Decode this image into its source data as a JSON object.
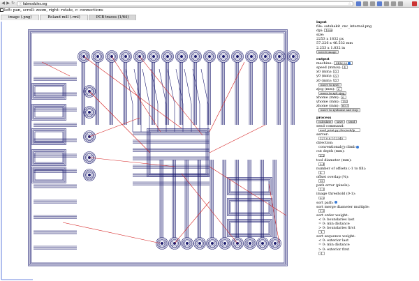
{
  "browser": {
    "url": "fabmodules.org"
  },
  "help_text": "left: pan, scroll: zoom, right: rotate, c: connections",
  "tabs": [
    {
      "label": "image (.png)"
    },
    {
      "label": "Roland mill (.rml)"
    },
    {
      "label": "PCB traces (1/64)"
    }
  ],
  "input": {
    "heading": "input",
    "file": "file: satshakit_cnc_internal.png",
    "dpi_label": "dpi:",
    "dpi_value": "1000",
    "size_label": "size:",
    "size_px": "2253 x 1832 px",
    "size_mm": "57.226 x 46.532 mm",
    "size_in": "2.253 x 1.832 in",
    "invert_button": "invert image"
  },
  "output": {
    "heading": "output",
    "machine_label": "machine:",
    "machine_value": "SRM-20",
    "speed_label": "speed (mm/s):",
    "speed_value": "4",
    "x0_label": "x0 (mm):",
    "x0_value": "0",
    "y0_label": "y0 (mm):",
    "y0_value": "0",
    "z0_label": "z0 (mm):",
    "z0_value": "0",
    "zjog_label": "zjog (mm):",
    "zjog_value": "2",
    "move_xyz_button": "move to xyz0",
    "move_jog_button": "move to xy0 zjog",
    "xhome_label": "xhome (mm):",
    "xhome_value": "0",
    "yhome_label": "yhome (mm):",
    "yhome_value": "152",
    "zhome_label": "zhome (mm):",
    "zhome_value": "60.5",
    "move_home_button": "move to xyzhome and stop"
  },
  "process": {
    "heading": "process",
    "calculate_button": "calculate",
    "save_button": "save",
    "send_button": "send",
    "send_command_label": "send command:",
    "send_command_value": "mod_print.py /dev/usb/lp",
    "server_label": "server:",
    "server_value": "127.0.0.1:12345",
    "direction_label": "direction:",
    "conventional_label": "conventional",
    "climb_label": "climb",
    "cut_depth_label": "cut depth (mm):",
    "cut_depth_value": "0.1",
    "tool_diameter_label": "tool diameter (mm):",
    "tool_diameter_value": "0.4",
    "offsets_label": "number of offsets (-1 to fill):",
    "offsets_value": "4",
    "overlap_label": "offset overlap (%):",
    "overlap_value": "50",
    "path_error_label": "path error (pixels):",
    "path_error_value": "1.1",
    "threshold_label": "image threshold (0-1):",
    "threshold_value": "0.5",
    "sort_path_label": "sort path:",
    "merge_label": "sort merge diameter multiple:",
    "merge_value": "1.5",
    "order_weight_label": "sort order weight:",
    "order_lines": [
      "< 0: boundaries last",
      "= 0: min distance",
      "> 0: boundaries first"
    ],
    "order_value": "-1",
    "sequence_weight_label": "sort sequence weight:",
    "sequence_lines": [
      "< 0: exterior last",
      "= 0: min distance",
      "> 0: exterior first"
    ],
    "sequence_value": "-1"
  },
  "colors": {
    "toolpath": "#1a1a6e",
    "connection": "#d42020",
    "accent": "#3a7bd5"
  }
}
